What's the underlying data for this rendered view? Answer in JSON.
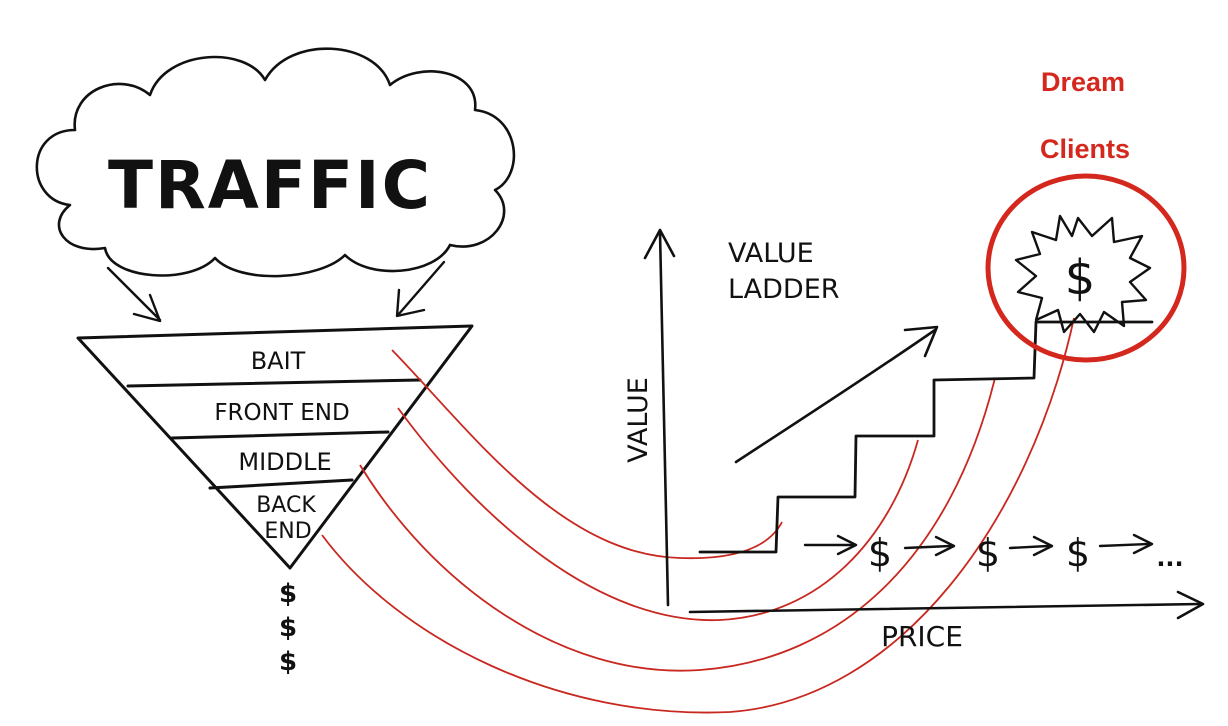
{
  "traffic": {
    "label": "TRAFFIC"
  },
  "funnel": {
    "stages": [
      {
        "label": "BAIT"
      },
      {
        "label": "FRONT END"
      },
      {
        "label": "MIDDLE"
      },
      {
        "label_line1": "BACK",
        "label_line2": "END"
      }
    ],
    "output_symbols": [
      "$",
      "$",
      "$"
    ]
  },
  "value_ladder": {
    "title_line1": "VALUE",
    "title_line2": "LADDER",
    "y_axis_label": "VALUE",
    "x_axis_label": "PRICE",
    "flow_text": [
      "$",
      "$",
      "$"
    ],
    "flow_ellipsis": "..."
  },
  "dream_clients": {
    "line1": "Dream",
    "line2": "Clients",
    "burst_symbol": "$"
  },
  "colors": {
    "ink": "#111111",
    "accent": "#d4271d"
  }
}
